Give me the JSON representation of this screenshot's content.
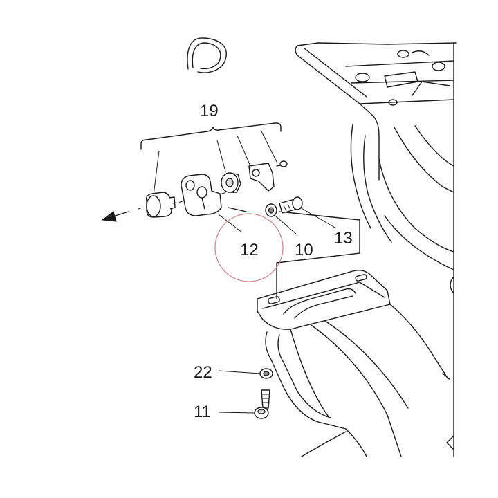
{
  "callouts": {
    "c19": "19",
    "c12": "12",
    "c10": "10",
    "c13": "13",
    "c22": "22",
    "c11": "11"
  },
  "highlight_color": "#d9868b",
  "line_color": "#1a1a1a"
}
